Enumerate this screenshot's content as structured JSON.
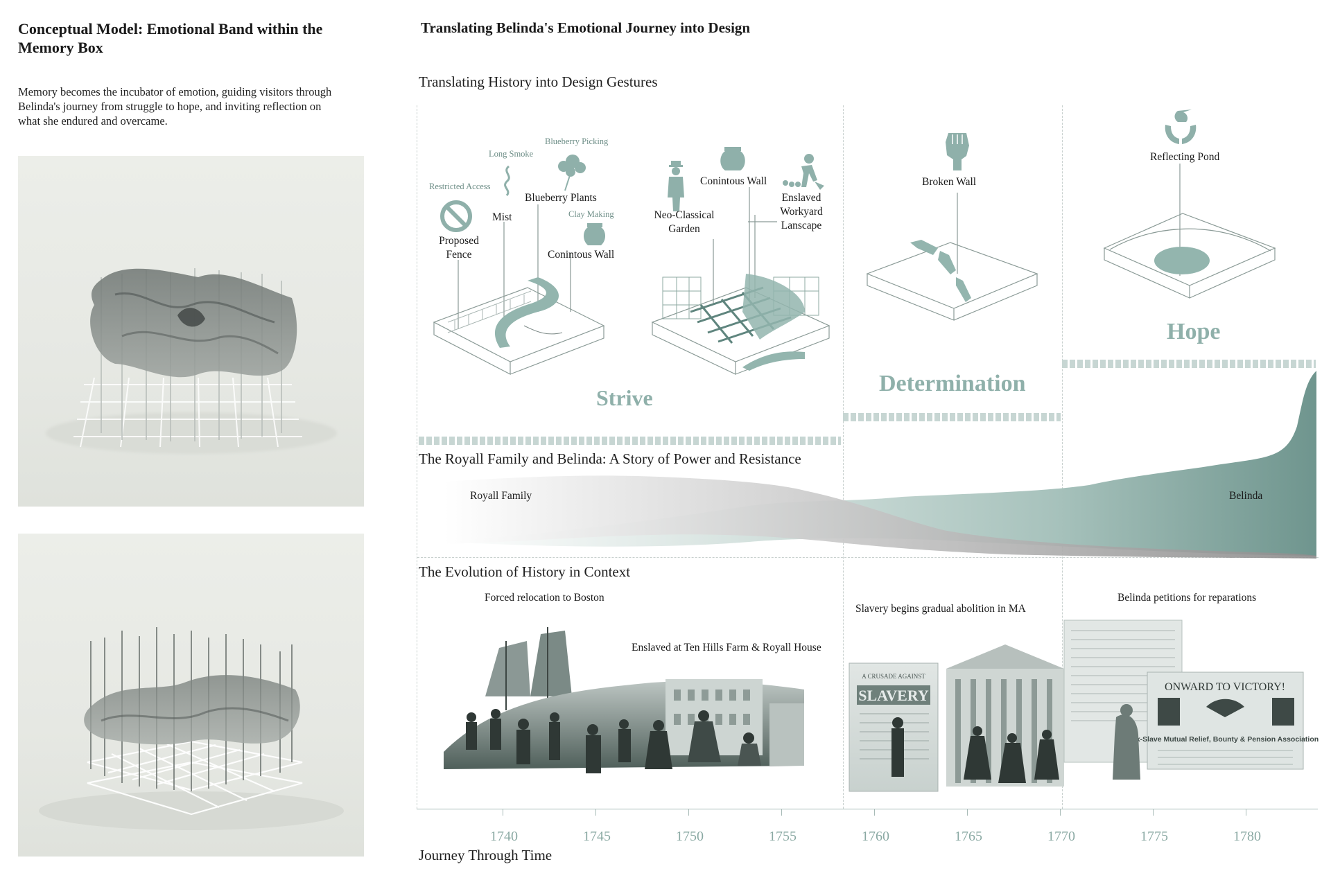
{
  "left": {
    "title": "Conceptual Model: Emotional Band within the Memory Box",
    "intro": "Memory becomes the incubator of emotion, guiding visitors through Belinda's journey from struggle to hope, and inviting reflection on what she endured and overcame."
  },
  "right": {
    "title": "Translating Belinda's Emotional Journey into Design",
    "gestures_heading": "Translating History into Design Gestures",
    "story_heading": "The Royall Family and Belinda: A Story of Power and Resistance",
    "evolution_heading": "The Evolution of History in Context",
    "axis_title": "Journey Through Time"
  },
  "diagram1": {
    "restricted_access": "Restricted Access",
    "long_smoke": "Long Smoke",
    "blueberry_picking": "Blueberry Picking",
    "blueberry_plants": "Blueberry Plants",
    "mist": "Mist",
    "clay_making": "Clay Making",
    "proposed_fence": "Proposed Fence",
    "continuous_wall": "Conintous Wall"
  },
  "diagram2": {
    "continuous_wall": "Conintous Wall",
    "neo_classical": "Neo-Classical Garden",
    "enslaved_workyard": "Enslaved Workyard Lanscape"
  },
  "diagram3": {
    "broken_wall": "Broken Wall"
  },
  "diagram4": {
    "reflecting_pond": "Reflecting Pond"
  },
  "emotions": {
    "strive": "Strive",
    "determination": "Determination",
    "hope": "Hope"
  },
  "stream": {
    "royall": "Royall Family",
    "belinda": "Belinda"
  },
  "events": {
    "e1": "Forced relocation to Boston",
    "e2": "Enslaved at Ten Hills Farm & Royall House",
    "e3": "Slavery begins gradual abolition in MA",
    "e4": "Belinda petitions for reparations"
  },
  "posters": {
    "slavery_small": "A CRUSADE AGAINST",
    "slavery": "SLAVERY",
    "onward": "ONWARD TO VICTORY!",
    "exslave": "Ex-Slave Mutual Relief, Bounty & Pension Association"
  },
  "years": [
    "1740",
    "1745",
    "1750",
    "1755",
    "1760",
    "1765",
    "1770",
    "1775",
    "1780"
  ],
  "colors": {
    "teal": "#6f958e",
    "teal_light": "#8fb0aa",
    "grey": "#9a9a9a"
  }
}
